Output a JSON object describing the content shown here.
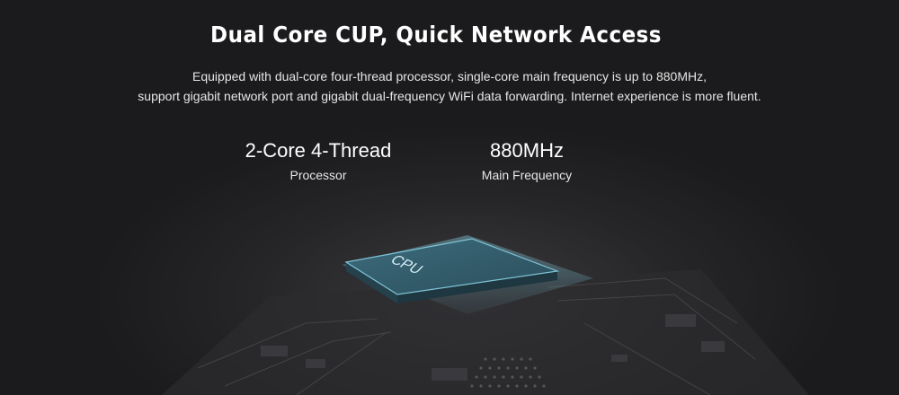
{
  "heading": "Dual Core CUP, Quick Network Access",
  "description": {
    "line1": "Equipped with dual-core four-thread processor, single-core main frequency is up to 880MHz,",
    "line2": "support gigabit network port and gigabit dual-frequency WiFi data forwarding. Internet experience is more fluent."
  },
  "stats": [
    {
      "value": "2-Core 4-Thread",
      "label": "Processor"
    },
    {
      "value": "880MHz",
      "label": "Main Frequency"
    }
  ],
  "chip": {
    "text": "CPU"
  },
  "colors": {
    "chip_top": "#3f6f7f",
    "chip_edge": "#7fc4d6",
    "background": "#1b1b1d"
  }
}
